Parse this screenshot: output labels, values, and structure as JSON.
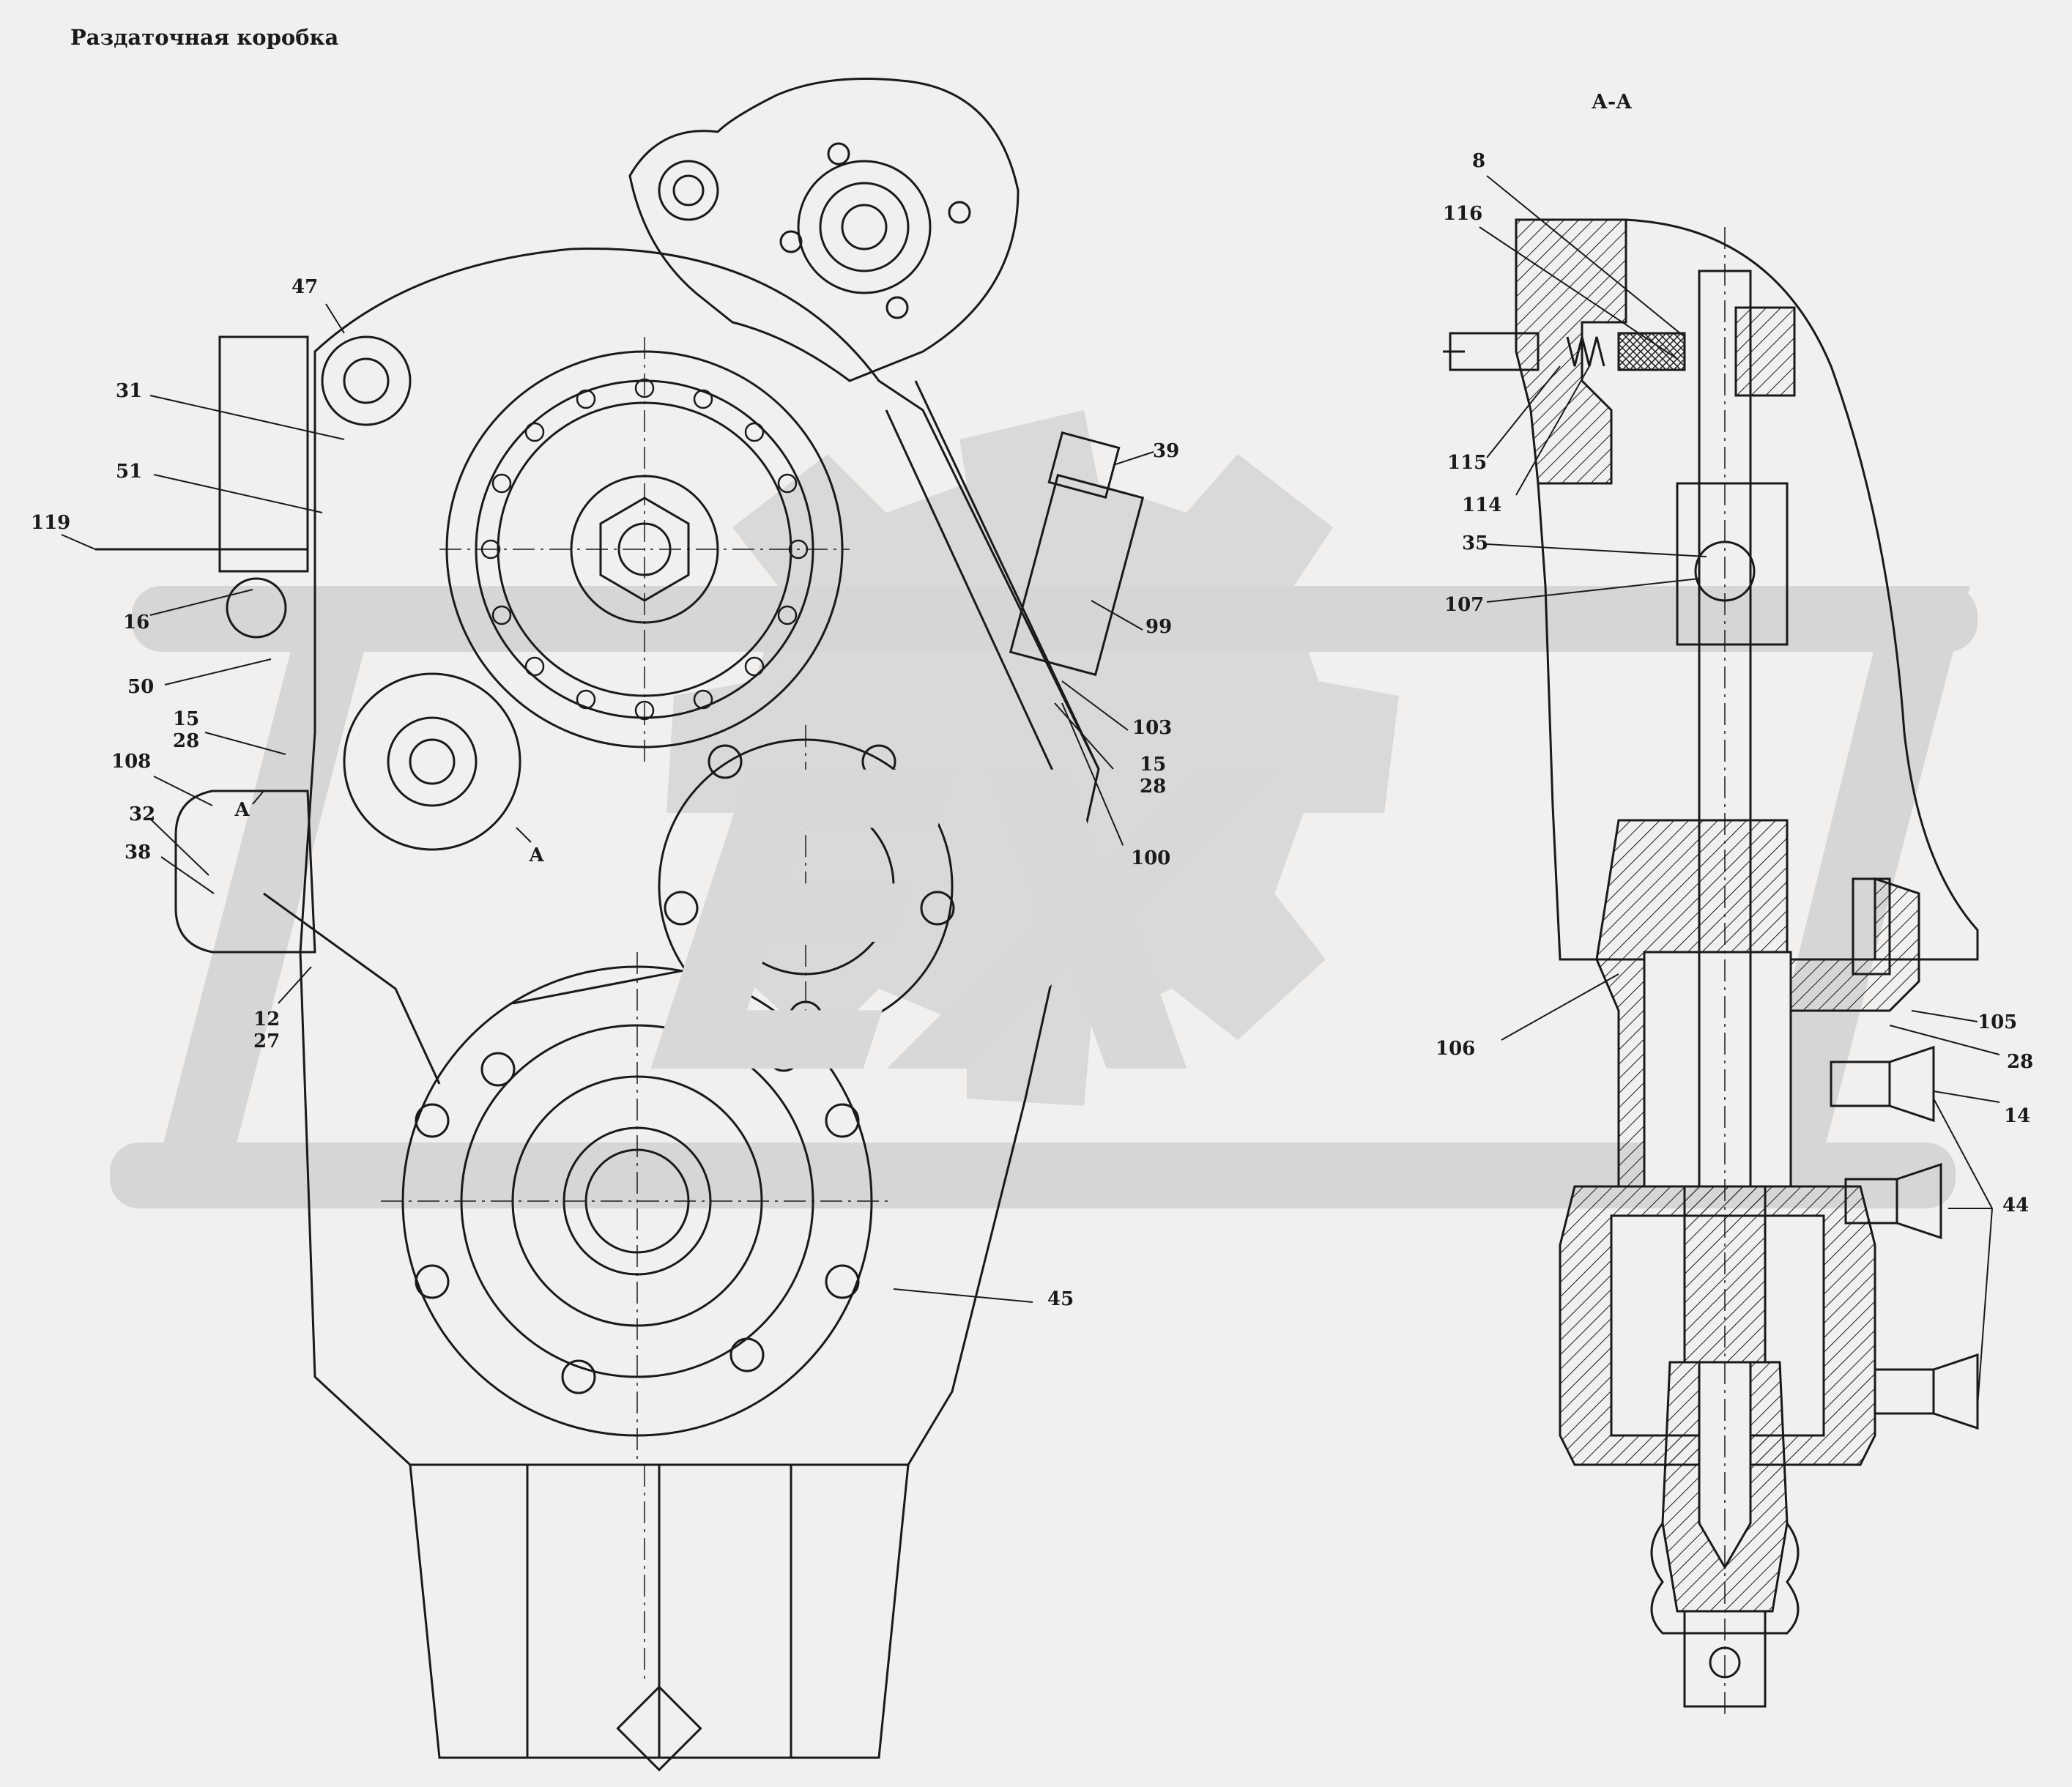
{
  "title": "Раздаточная коробка",
  "section_label": "А-А",
  "watermark": "EX",
  "colors": {
    "background": "#f1f0ee",
    "ink": "#1a1a1a",
    "watermark": "#d4d4d4"
  },
  "callouts": [
    {
      "id": "c47",
      "text": "47"
    },
    {
      "id": "c31",
      "text": "31"
    },
    {
      "id": "c51",
      "text": "51"
    },
    {
      "id": "c119",
      "text": "119"
    },
    {
      "id": "c16",
      "text": "16"
    },
    {
      "id": "c50",
      "text": "50"
    },
    {
      "id": "c15_28a",
      "text": "15\n28"
    },
    {
      "id": "c108",
      "text": "108"
    },
    {
      "id": "c32",
      "text": "32"
    },
    {
      "id": "c38",
      "text": "38"
    },
    {
      "id": "c12_27",
      "text": "12\n27"
    },
    {
      "id": "cA1",
      "text": "А"
    },
    {
      "id": "cA2",
      "text": "А"
    },
    {
      "id": "c39",
      "text": "39"
    },
    {
      "id": "c99",
      "text": "99"
    },
    {
      "id": "c103",
      "text": "103"
    },
    {
      "id": "c15_28b",
      "text": "15\n28"
    },
    {
      "id": "c100",
      "text": "100"
    },
    {
      "id": "c45",
      "text": "45"
    },
    {
      "id": "c8",
      "text": "8"
    },
    {
      "id": "c116",
      "text": "116"
    },
    {
      "id": "c115",
      "text": "115"
    },
    {
      "id": "c114",
      "text": "114"
    },
    {
      "id": "c35",
      "text": "35"
    },
    {
      "id": "c107",
      "text": "107"
    },
    {
      "id": "c106",
      "text": "106"
    },
    {
      "id": "c105",
      "text": "105"
    },
    {
      "id": "c28",
      "text": "28"
    },
    {
      "id": "c14",
      "text": "14"
    },
    {
      "id": "c44",
      "text": "44"
    }
  ]
}
